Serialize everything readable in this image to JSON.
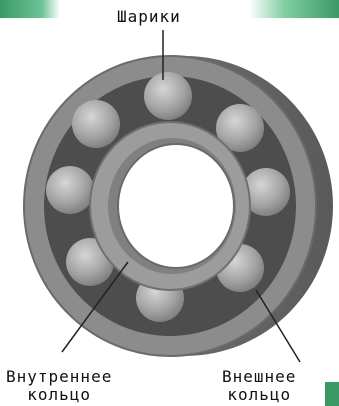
{
  "labels": {
    "balls": "Шарики",
    "inner_ring_line1": "Внутреннее",
    "inner_ring_line2": "кольцо",
    "outer_ring_line1": "Внешнее",
    "outer_ring_line2": "кольцо"
  },
  "colors": {
    "outer_ring": "#8a8a8a",
    "outer_ring_side": "#6e6e6e",
    "cage": "#4a4a4a",
    "ball": "#a8a8a8",
    "inner_ring": "#9a9a9a",
    "accent": "#3a9a66"
  }
}
